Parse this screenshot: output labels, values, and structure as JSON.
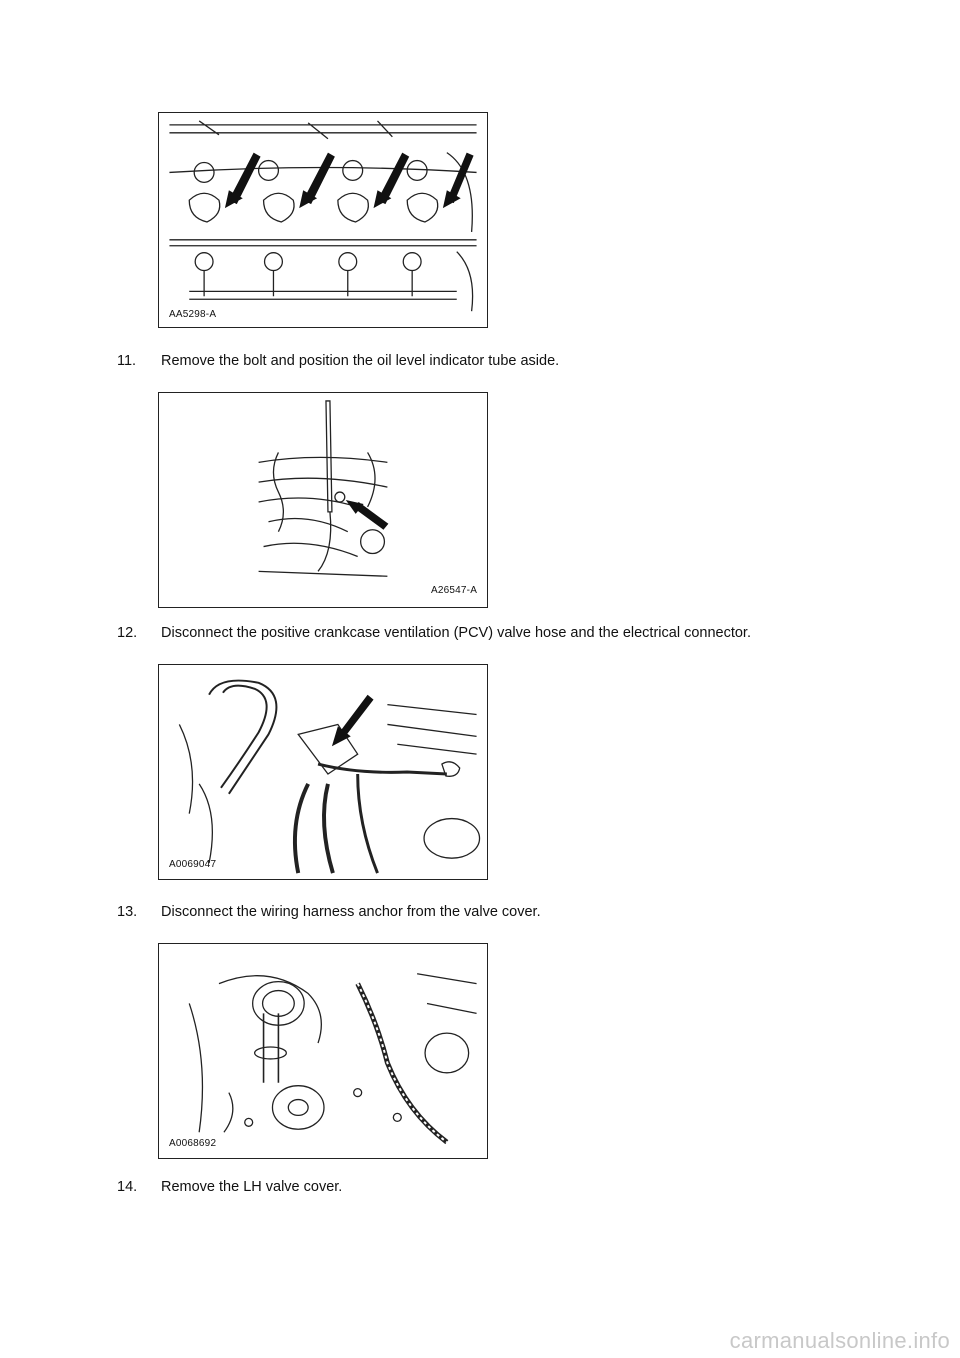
{
  "figures": [
    {
      "id": "AA5298-A"
    },
    {
      "id": "A26547-A"
    },
    {
      "id": "A0069047"
    },
    {
      "id": "A0068692"
    }
  ],
  "steps": [
    {
      "number": "11.",
      "text": "Remove the bolt and position the oil level indicator tube aside."
    },
    {
      "number": "12.",
      "text": "Disconnect the positive crankcase ventilation (PCV) valve hose and the electrical connector."
    },
    {
      "number": "13.",
      "text": "Disconnect the wiring harness anchor from the valve cover."
    },
    {
      "number": "14.",
      "text": "Remove the LH valve cover."
    }
  ],
  "watermark": "carmanualsonline.info"
}
